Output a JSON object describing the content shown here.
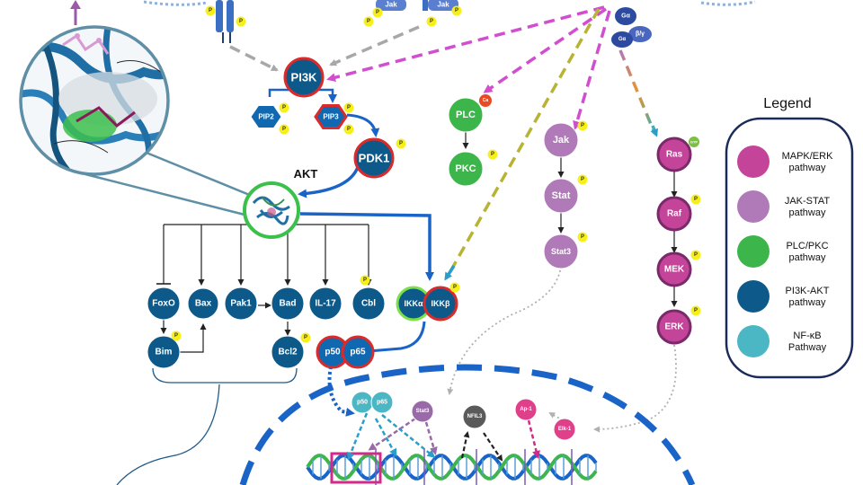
{
  "akt_label": "AKT",
  "legend": {
    "title": "Legend",
    "items": [
      {
        "line1": "MAPK/ERK",
        "line2": "pathway",
        "color": "#c4449a"
      },
      {
        "line1": "JAK-STAT",
        "line2": "pathway",
        "color": "#b07ab8"
      },
      {
        "line1": "PLC/PKC",
        "line2": "pathway",
        "color": "#3cb54a"
      },
      {
        "line1": "PI3K-AKT",
        "line2": "pathway",
        "color": "#0d5a8a"
      },
      {
        "line1": "NF-κB",
        "line2": "Pathway",
        "color": "#4bb7c4"
      }
    ]
  },
  "receptors": {
    "jak_left": "Jak",
    "jak_right": "Jak",
    "g_alpha": "Gα",
    "g_beta_gamma": "β/γ",
    "g_alpha_2": "Gα"
  },
  "pi3k_branch": {
    "pi3k": "PI3K",
    "pip2": "PIP2",
    "pip3": "PIP3",
    "pdk1": "PDK1"
  },
  "plc_branch": {
    "plc": "PLC",
    "ca_badge": "Ca",
    "pkc": "PKC"
  },
  "jak_branch": {
    "jak": "Jak",
    "stat": "Stat",
    "stat3": "Stat3"
  },
  "mapk_branch": {
    "ras": "Ras",
    "gtp_badge": "GTP",
    "raf": "Raf",
    "mek": "MEK",
    "erk": "ERK"
  },
  "akt_targets": {
    "foxo": "FoxO",
    "bax": "Bax",
    "pak1": "Pak1",
    "bad": "Bad",
    "il17": "IL-17",
    "cbl": "Cbl",
    "bim": "Bim",
    "bcl2": "Bcl2"
  },
  "nfkb": {
    "ikka": "IKKα",
    "ikkb": "IKKβ",
    "p50": "p50",
    "p65": "p65"
  },
  "nucleus": {
    "p50": "p50",
    "p65": "p65",
    "stat3": "Stat3",
    "nfil3": "NFIL3",
    "ap1": "Ap-1",
    "elk1": "Elk-1"
  },
  "phospho_label": "P",
  "colors": {
    "dark_blue": "#0d5a8a",
    "arrow_blue": "#1a63c7",
    "red_outline": "#d92b2b",
    "green": "#3cb54a",
    "purple": "#b07ab8",
    "magenta": "#c4449a",
    "teal": "#4bb7c4",
    "phospho_yellow": "#f6ef1c"
  }
}
